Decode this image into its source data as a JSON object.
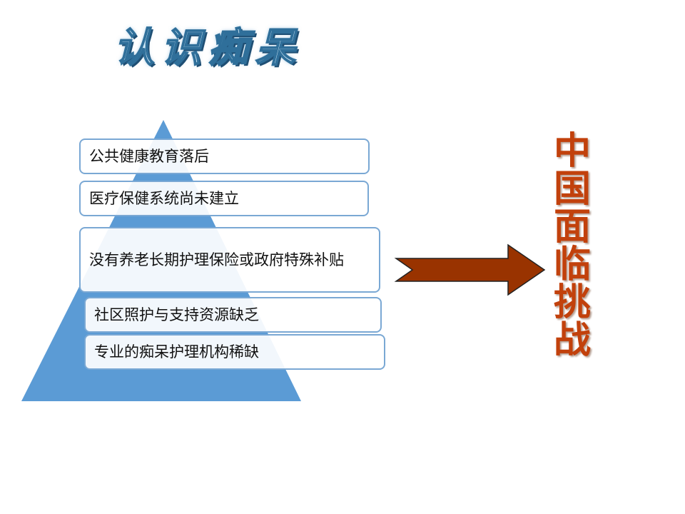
{
  "title": "认识痴呆",
  "pyramid_items": [
    "公共健康教育落后",
    "医疗保健系统尚未建立",
    "没有养老长期护理保险或政府特殊补贴",
    "社区照护与支持资源缺乏",
    "专业的痴呆护理机构稀缺"
  ],
  "conclusion": "中国面临挑战",
  "colors": {
    "pyramid": "#5b9bd5",
    "box_border": "#7aa8d4",
    "arrow": "#993300",
    "conclusion": "#c2410c"
  }
}
